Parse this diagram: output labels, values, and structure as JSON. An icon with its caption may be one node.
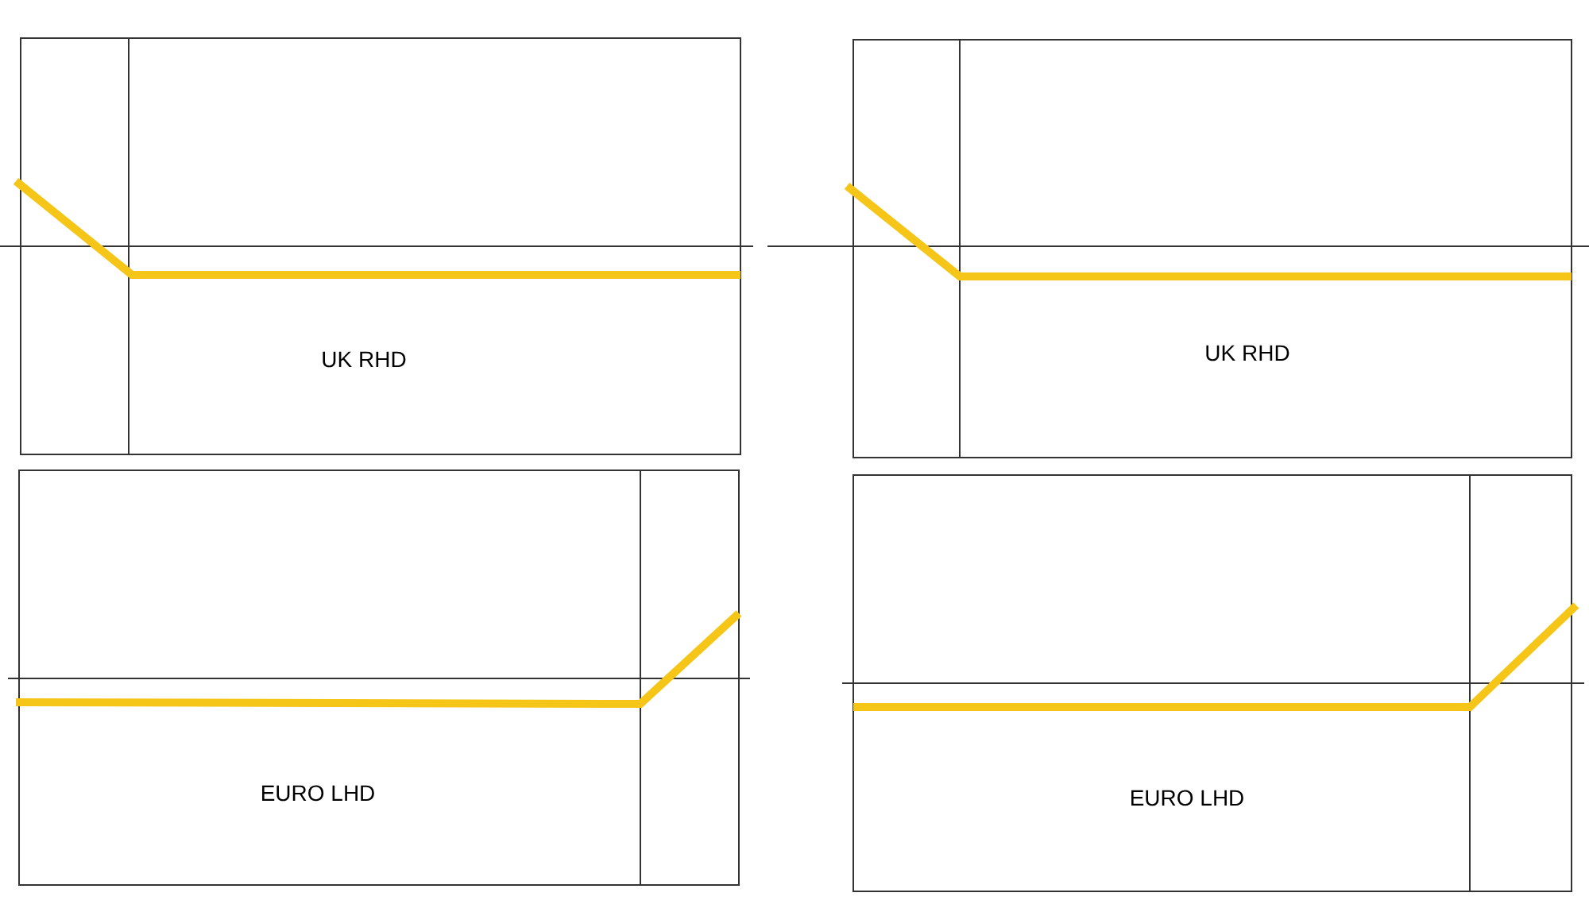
{
  "diagram": {
    "labels": [
      "UK RHD",
      "UK RHD",
      "EURO LHD",
      "EURO LHD"
    ]
  }
}
